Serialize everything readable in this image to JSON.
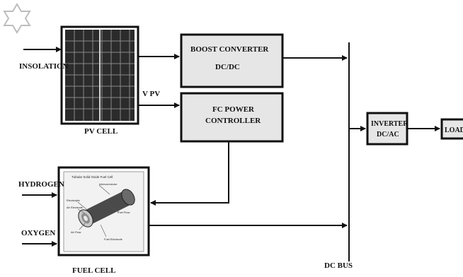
{
  "labels": {
    "insolation": "INSOLATION",
    "pv_cell": "PV CELL",
    "vpv": "V PV",
    "hydrogen": "HYDROGEN",
    "oxygen": "OXYGEN",
    "fuel_cell": "FUEL CELL",
    "dc_bus": "DC BUS",
    "load": "LOAD"
  },
  "boost_converter": {
    "line1": "BOOST CONVERTER",
    "line2": "DC/DC"
  },
  "fc_controller": {
    "line1": "FC POWER",
    "line2": "CONTROLLER"
  },
  "inverter": {
    "line1": "INVERTER",
    "line2": "DC/AC"
  },
  "fuel_cell_image": {
    "title": "Tubular Solid Oxide Fuel Cell",
    "callouts": [
      "Interconnector",
      "Electrolyte",
      "Air Electrode",
      "Fuel Flow",
      "Air Flow",
      "Fuel Electrode"
    ]
  },
  "colors": {
    "box_fill": "#e6e6e6",
    "line": "#111111",
    "star": "#bdbdbd"
  },
  "icons": [
    "sun-star-icon",
    "solar-panel-icon",
    "fuel-cell-tube-icon"
  ]
}
